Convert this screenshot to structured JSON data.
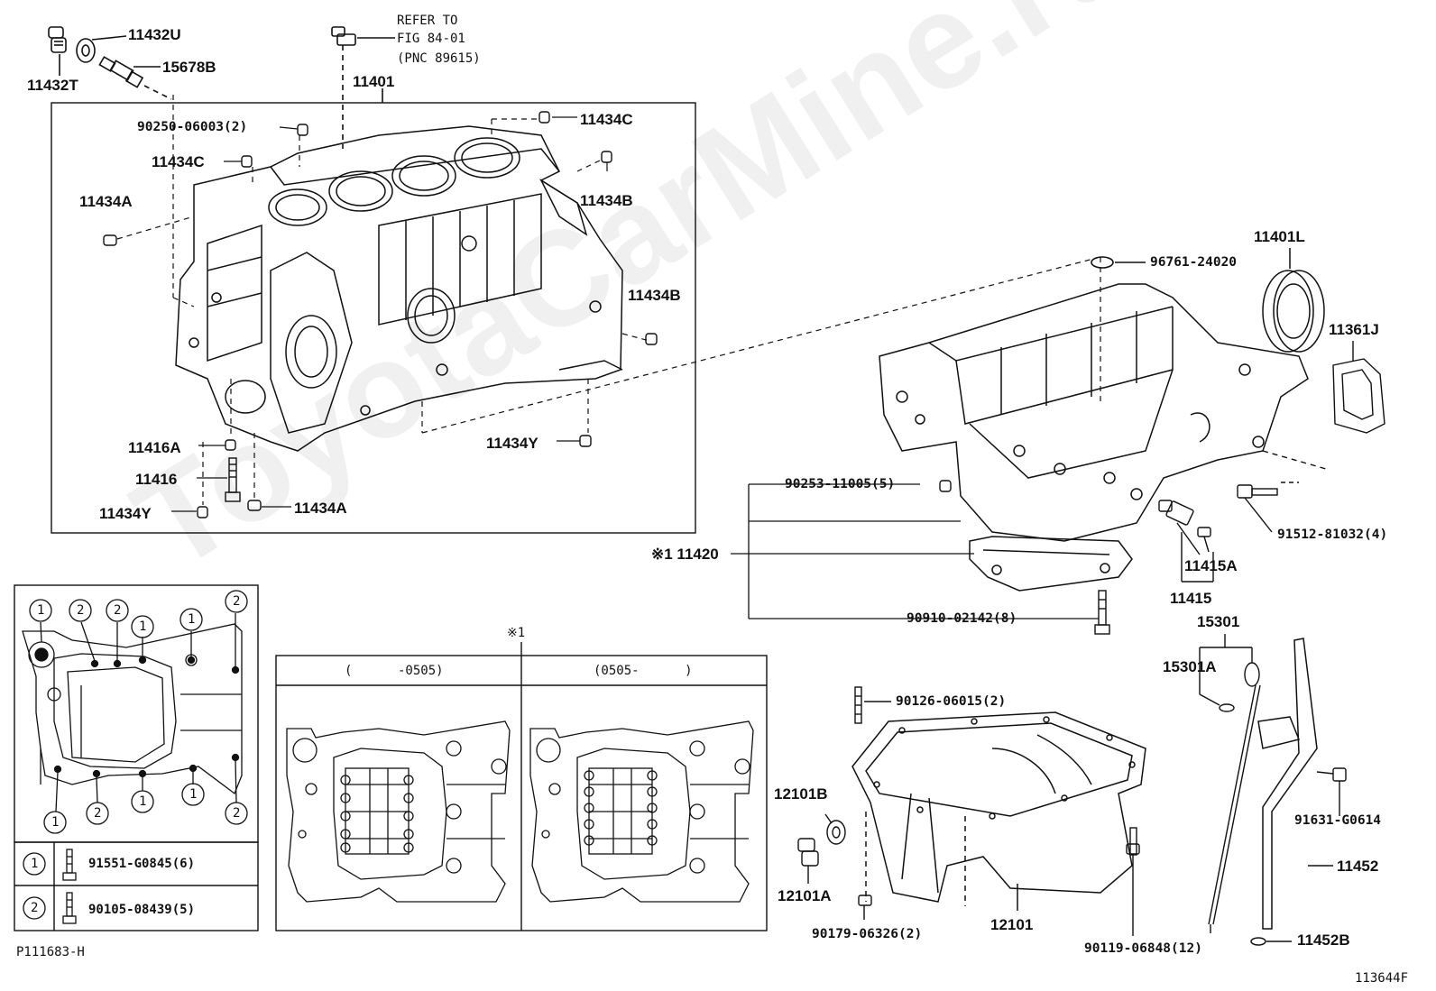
{
  "refer_note": {
    "line1": "REFER TO",
    "line2": "FIG 84-01",
    "line3": "(PNC 89615)"
  },
  "watermark": "ToyotaCarMine.ru",
  "labels": {
    "p11432U": "11432U",
    "p11432T": "11432T",
    "p15678B": "15678B",
    "p11401": "11401",
    "p90250": "90250-06003(2)",
    "p11434C_a": "11434C",
    "p11434C_b": "11434C",
    "p11434A_a": "11434A",
    "p11434B_a": "11434B",
    "p11434B_b": "11434B",
    "p11416A": "11416A",
    "p11416": "11416",
    "p11434Y_a": "11434Y",
    "p11434A_b": "11434A",
    "p11434Y_b": "11434Y",
    "p11401L": "11401L",
    "p96761": "96761-24020",
    "p11361J": "11361J",
    "p90253": "90253-11005(5)",
    "p11420": "※1 11420",
    "p91512": "91512-81032(4)",
    "p11415A": "11415A",
    "p11415": "11415",
    "p90910": "90910-02142(8)",
    "p15301": "15301",
    "p15301A": "15301A",
    "p90126": "90126-06015(2)",
    "p12101B": "12101B",
    "p12101A": "12101A",
    "p90179": "90179-06326(2)",
    "p12101": "12101",
    "p90119": "90119-06848(12)",
    "p91631": "91631-G0614",
    "p11452": "11452",
    "p11452B": "11452B"
  },
  "variant_box": {
    "ref_mark": "※1",
    "left_header": "(      -0505)",
    "right_header": "(0505-      )"
  },
  "legend": {
    "row1_num": "1",
    "row1_part": "91551-G0845(6)",
    "row2_num": "2",
    "row2_part": "90105-08439(5)"
  },
  "bolt_pattern": {
    "markers": [
      "1",
      "2",
      "2",
      "1",
      "1",
      "2",
      "1",
      "2",
      "1",
      "1",
      "2"
    ]
  },
  "footer": {
    "illustration_code": "P111683-H",
    "figure_code": "113644F"
  },
  "colors": {
    "line": "#111111",
    "background": "#ffffff"
  }
}
